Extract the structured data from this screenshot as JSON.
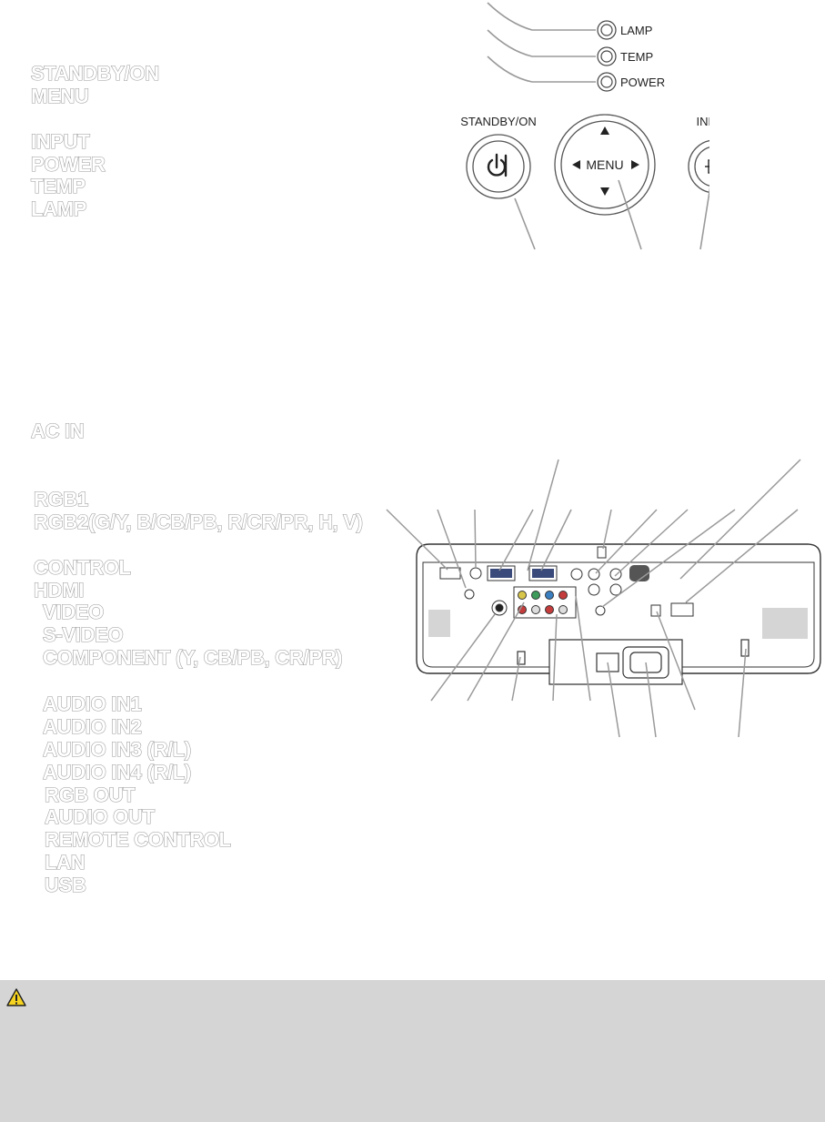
{
  "control_panel": {
    "labels": [
      "STANDBY/ON",
      "MENU",
      "INPUT",
      "POWER",
      "TEMP",
      "LAMP"
    ],
    "indicators": {
      "lamp": "LAMP",
      "temp": "TEMP",
      "power": "POWER"
    },
    "buttons": {
      "standby": "STANDBY/ON",
      "menu": "MENU",
      "input": "INPUT"
    }
  },
  "rear_panel": {
    "ac_in": "AC IN",
    "labels": [
      "RGB1",
      "RGB2(G/Y, B/CB/PB, R/CR/PR, H, V)",
      "CONTROL",
      "HDMI",
      "VIDEO",
      "S-VIDEO",
      "COMPONENT (Y, CB/PB, CR/PR)",
      "AUDIO IN1",
      "AUDIO IN2",
      "AUDIO IN3 (R/L)",
      "AUDIO IN4 (R/L)",
      "RGB OUT",
      "AUDIO OUT",
      "REMOTE CONTROL",
      "LAN",
      "USB"
    ]
  },
  "colors": {
    "warning_bg": "#d5d5d5",
    "label_outline": "#9a9a9a"
  },
  "icons": [
    "warning-icon",
    "power-icon",
    "input-icon",
    "up-arrow-icon",
    "down-arrow-icon",
    "left-arrow-icon",
    "right-arrow-icon"
  ]
}
